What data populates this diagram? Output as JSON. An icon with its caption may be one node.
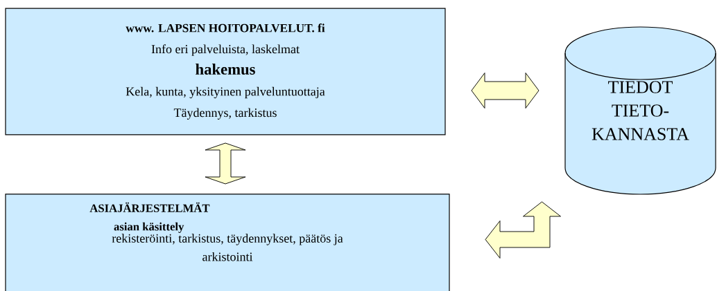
{
  "diagram": {
    "nodes": [
      {
        "text": [
          "www. LAPSEN HOITOPALVELUT. fi",
          "Info eri palveluista,  laskelmat",
          "hakemus",
          "Kela, kunta, yksityinen palveluntuottaja",
          "Täydennys, tarkistus"
        ]
      },
      {
        "text": [
          "TIEDOT TIETO- KANNASTA"
        ]
      },
      {
        "text": [
          "ASIAJÄRJESTELMÄT",
          "asian käsittely",
          "rekisteröinti, tarkistus, täydennykset, päätös ja arkistointi"
        ]
      }
    ],
    "edges": [
      {
        "from": 0,
        "to": 1,
        "arrow": "both"
      },
      {
        "from": 0,
        "to": 2,
        "arrow": "both"
      },
      {
        "from": 2,
        "to": 1,
        "arrow": "both"
      }
    ]
  }
}
